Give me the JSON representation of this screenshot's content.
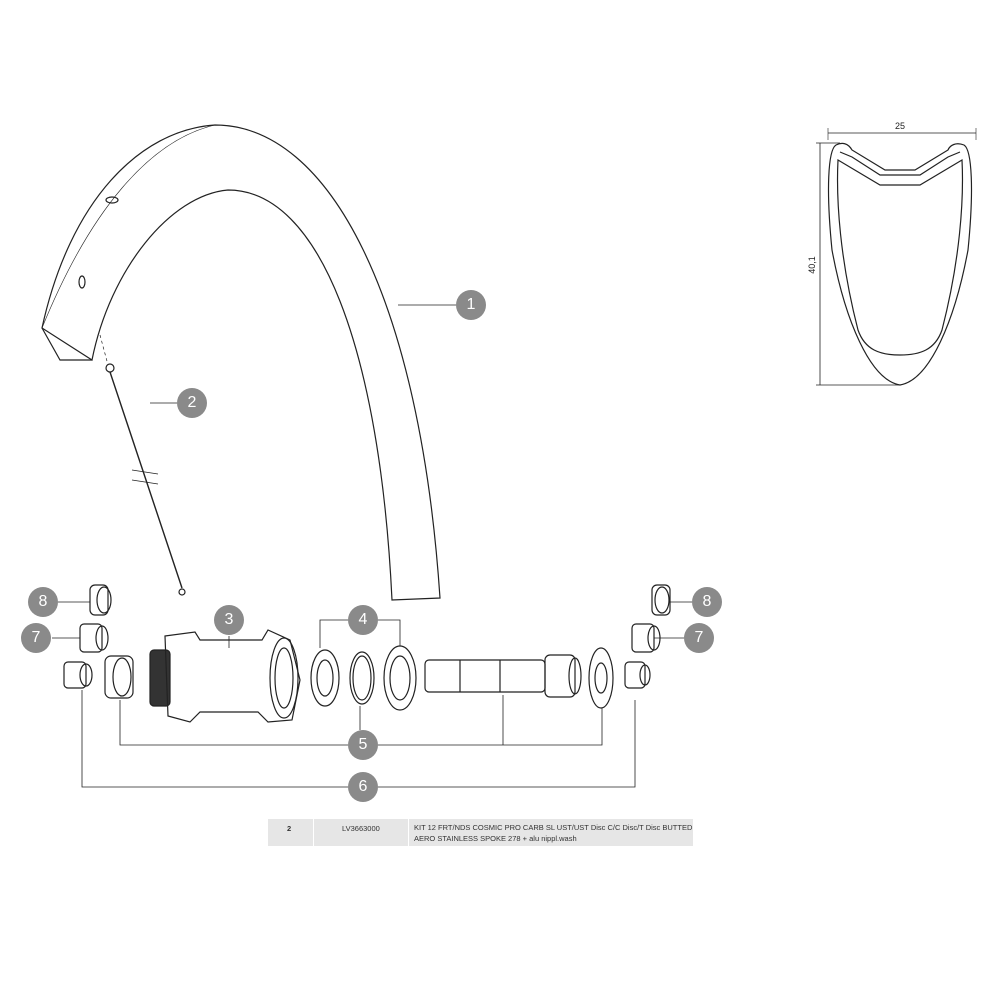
{
  "callouts": {
    "c1": "1",
    "c2": "2",
    "c3": "3",
    "c4": "4",
    "c5": "5",
    "c6": "6",
    "c7_left": "7",
    "c8_left": "8",
    "c7_right": "7",
    "c8_right": "8"
  },
  "cross_section": {
    "width_label": "25",
    "height_label": "40,1"
  },
  "parts_table": {
    "rows": [
      {
        "ref": "2",
        "code": "LV3663000",
        "description_line1": "KIT 12 FRT/NDS COSMIC PRO CARB SL UST/UST Disc C/C Disc/T Disc BUTTED",
        "description_line2": "AERO STAINLESS SPOKE 278 + alu nippl.wash"
      }
    ]
  },
  "colors": {
    "callout": "#8a8a8a",
    "table_bg": "#e6e6e6",
    "line": "#222222"
  }
}
